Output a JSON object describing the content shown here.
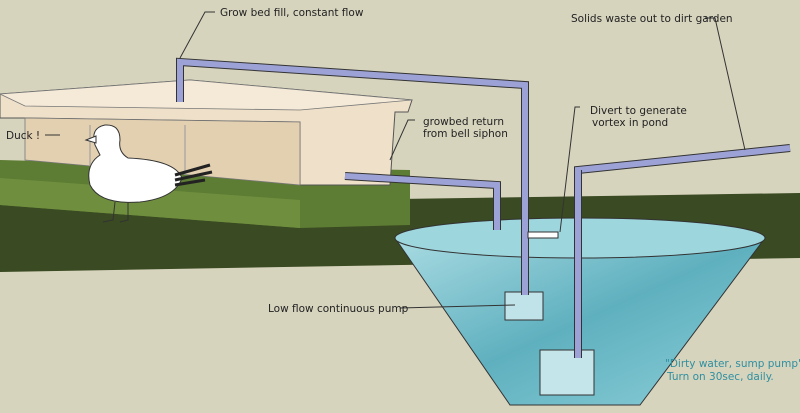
{
  "labels": {
    "grow_bed_fill": "Grow bed fill, constant flow",
    "solids_waste": "Solids waste  out to dirt garden",
    "duck": "Duck !",
    "growbed_return_1": "growbed return",
    "growbed_return_2": "from bell siphon",
    "divert_1": "Divert to generate",
    "divert_2": "vortex in pond",
    "low_flow": "Low flow continuous pump",
    "sump_1": "\"Dirty water, sump pump\"",
    "sump_2": "Turn on 30sec, daily."
  },
  "colors": {
    "background": "#d7d4be",
    "ground": "#3a4a22",
    "grass": "#5d7c34",
    "grow_bed": "#efe1c9",
    "pipe": "#9da2d6",
    "water": "#7cc3cf",
    "note_text": "#2f8fa0"
  }
}
